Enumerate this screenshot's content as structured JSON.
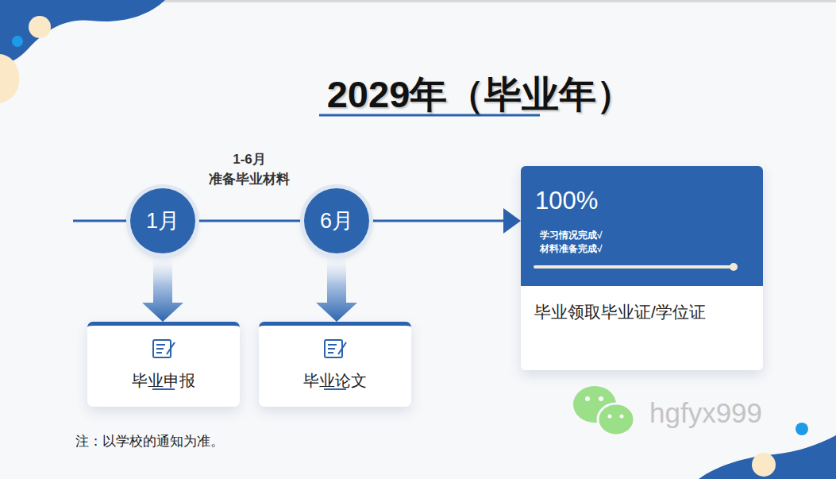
{
  "diagram": {
    "title": "2029年（毕业年）",
    "nodes": [
      {
        "text": [
          "1月"
        ]
      },
      {
        "text": [
          "6月"
        ]
      },
      {
        "text": [
          "毕业申报"
        ]
      },
      {
        "text": [
          "毕业论文"
        ]
      },
      {
        "text": [
          "100%",
          "学习情况完成√",
          "材料准备完成√",
          "毕业领取毕业证/学位证"
        ]
      }
    ],
    "edges": [
      {
        "from": 0,
        "to": 1,
        "arrow": "none"
      },
      {
        "from": 1,
        "to": 4,
        "arrow": "to"
      },
      {
        "from": 0,
        "to": 2,
        "arrow": "to"
      },
      {
        "from": 1,
        "to": 3,
        "arrow": "to"
      }
    ],
    "labels": [
      "1-6月",
      "准备毕业材料",
      "注：以学校的通知为准。",
      "hgfyx999"
    ]
  }
}
